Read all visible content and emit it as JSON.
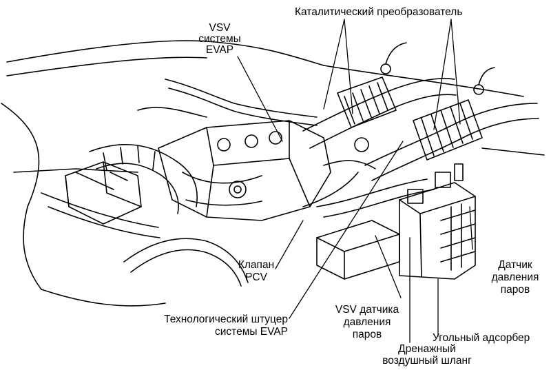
{
  "labels": {
    "catalytic_converter": "Каталитический преобразователь",
    "vsv_evap_1": "VSV",
    "vsv_evap_2": "системы",
    "vsv_evap_3": "EVAP",
    "pcv_valve_1": "Клапан",
    "pcv_valve_2": "PCV",
    "pressure_sensor_1": "Датчик",
    "pressure_sensor_2": "давления",
    "pressure_sensor_3": "паров",
    "service_port_1": "Технологический штуцер",
    "service_port_2": "системы EVAP",
    "vsv_sensor_1": "VSV датчика",
    "vsv_sensor_2": "давления",
    "vsv_sensor_3": "паров",
    "drain_hose_1": "Дренажный",
    "drain_hose_2": "воздушный шланг",
    "canister": "Угольный адсорбер"
  },
  "colors": {
    "ink": "#000000",
    "background": "#ffffff"
  }
}
